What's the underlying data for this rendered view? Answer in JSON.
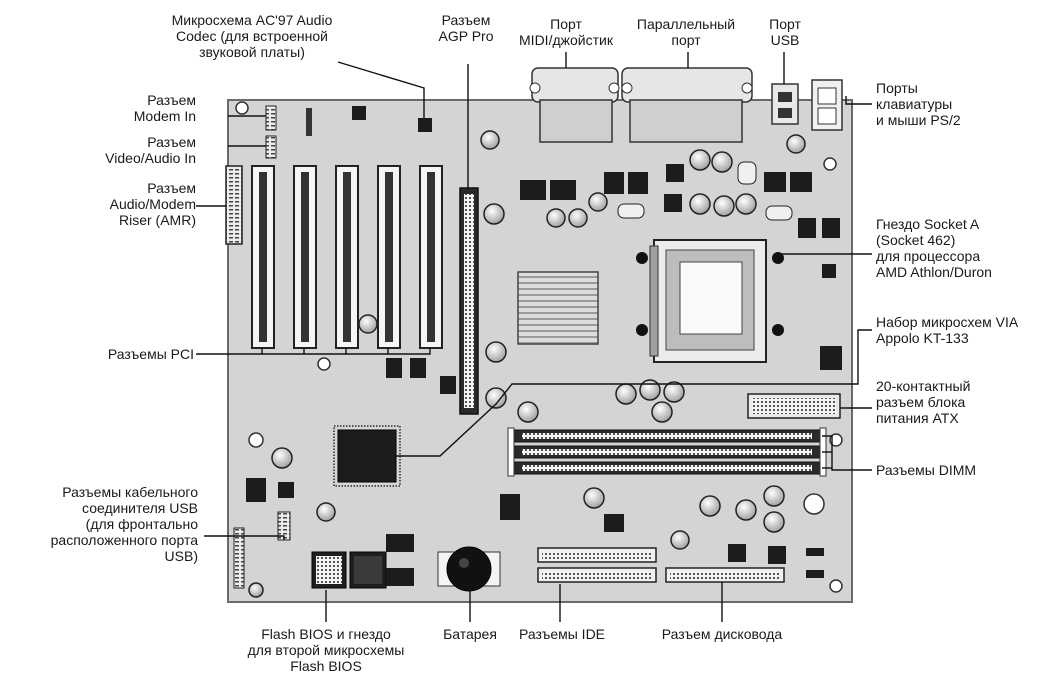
{
  "labels": {
    "ac97": [
      "Микросхема AC'97 Audio",
      "Codec (для встроенной",
      "звуковой платы)"
    ],
    "agp": [
      "Разъем",
      "AGP Pro"
    ],
    "midi": [
      "Порт",
      "MIDI/джойстик"
    ],
    "parallel": [
      "Параллельный",
      "порт"
    ],
    "usb_port": [
      "Порт",
      "USB"
    ],
    "ps2": [
      "Порты",
      "клавиатуры",
      "и мыши PS/2"
    ],
    "modem_in": [
      "Разъем",
      "Modem In"
    ],
    "video_audio": [
      "Разъем",
      "Video/Audio In"
    ],
    "amr": [
      "Разъем",
      "Audio/Modem",
      "Riser (AMR)"
    ],
    "socket": [
      "Гнездо Socket A",
      "(Socket 462)",
      "для процессора",
      "AMD Athlon/Duron"
    ],
    "pci": [
      "Разъемы PCI"
    ],
    "chipset": [
      "Набор микросхем VIA",
      "Appolo KT-133"
    ],
    "atx": [
      "20-контактный",
      "разъем блока",
      "питания ATX"
    ],
    "dimm": [
      "Разъемы DIMM"
    ],
    "usb_header": [
      "Разъемы кабельного",
      "соединителя USB",
      "(для фронтально",
      "расположенного порта",
      "USB)"
    ],
    "flash": [
      "Flash BIOS и гнездо",
      "для второй микросхемы",
      "Flash BIOS"
    ],
    "battery": [
      "Батарея"
    ],
    "ide": [
      "Разъемы IDE"
    ],
    "floppy": [
      "Разъем дисковода"
    ]
  },
  "colors": {
    "board": "#d6d6d6",
    "board_edge": "#6b6b6b",
    "chip": "#1c1c1c",
    "slot_body": "#f2f2f2",
    "leader": "#111111",
    "text": "#1a1a1a"
  }
}
